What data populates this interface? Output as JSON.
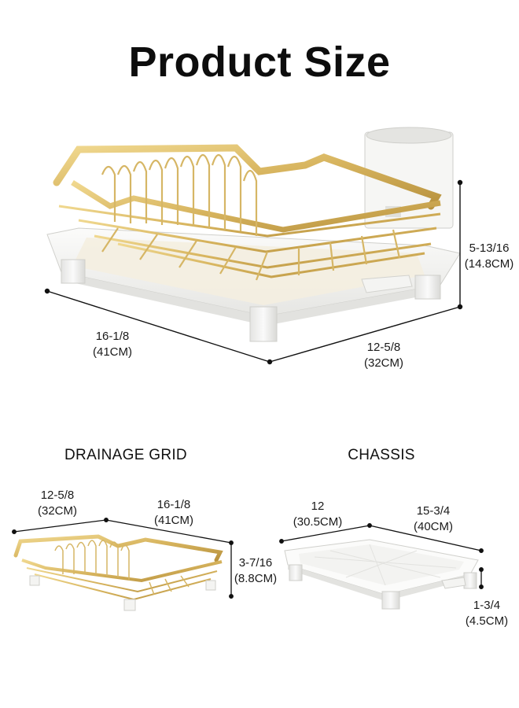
{
  "page": {
    "title": "Product Size"
  },
  "main_rack": {
    "length": "16-1/8",
    "length_metric": "(41CM)",
    "width": "12-5/8",
    "width_metric": "(32CM)",
    "height": "5-13/16",
    "height_metric": "(14.8CM)"
  },
  "drainage_grid": {
    "heading": "DRAINAGE GRID",
    "width": "12-5/8",
    "width_metric": "(32CM)",
    "length": "16-1/8",
    "length_metric": "(41CM)",
    "height": "3-7/16",
    "height_metric": "(8.8CM)"
  },
  "chassis": {
    "heading": "CHASSIS",
    "width": "12",
    "width_metric": "(30.5CM)",
    "length": "15-3/4",
    "length_metric": "(40CM)",
    "height": "1-3/4",
    "height_metric": "(4.5CM)"
  },
  "colors": {
    "gold": "#d9b86a",
    "white_plastic": "#f3f3f1"
  }
}
